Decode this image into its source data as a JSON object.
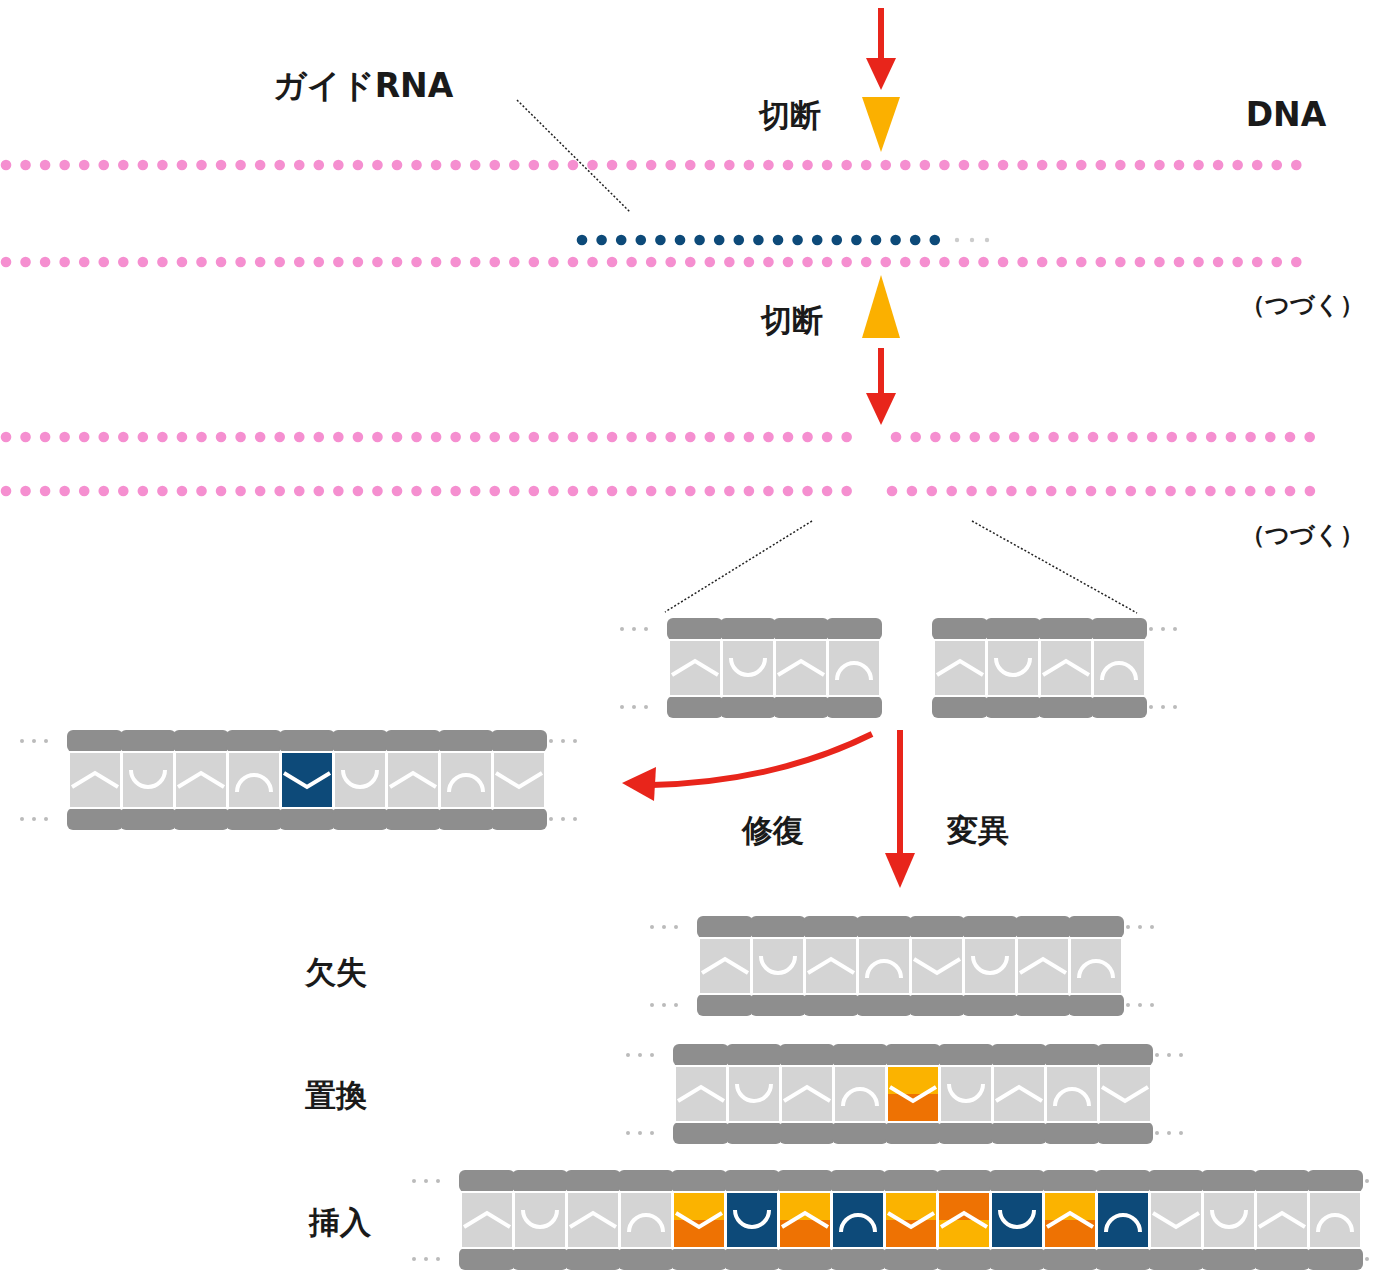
{
  "diagram": {
    "labels": [
      "ガイドRNA",
      "切断",
      "DNA",
      "（つづく）",
      "切断",
      "（つづく）",
      "修復",
      "変異",
      "欠失",
      "置換",
      "挿入"
    ]
  }
}
